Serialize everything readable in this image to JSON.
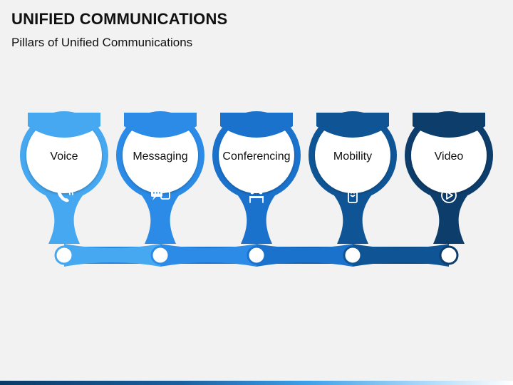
{
  "header": {
    "title": "UNIFIED COMMUNICATIONS",
    "subtitle": "Pillars of Unified Communications"
  },
  "pillars": [
    {
      "label": "Voice",
      "icon": "phone-icon",
      "color": "#46a8f0"
    },
    {
      "label": "Messaging",
      "icon": "chat-bubbles-icon",
      "color": "#2b8be6"
    },
    {
      "label": "Conferencing",
      "icon": "meeting-icon",
      "color": "#1a72cc"
    },
    {
      "label": "Mobility",
      "icon": "smartphone-icon",
      "color": "#0f5596"
    },
    {
      "label": "Video",
      "icon": "play-icon",
      "color": "#0d3d6b"
    }
  ]
}
